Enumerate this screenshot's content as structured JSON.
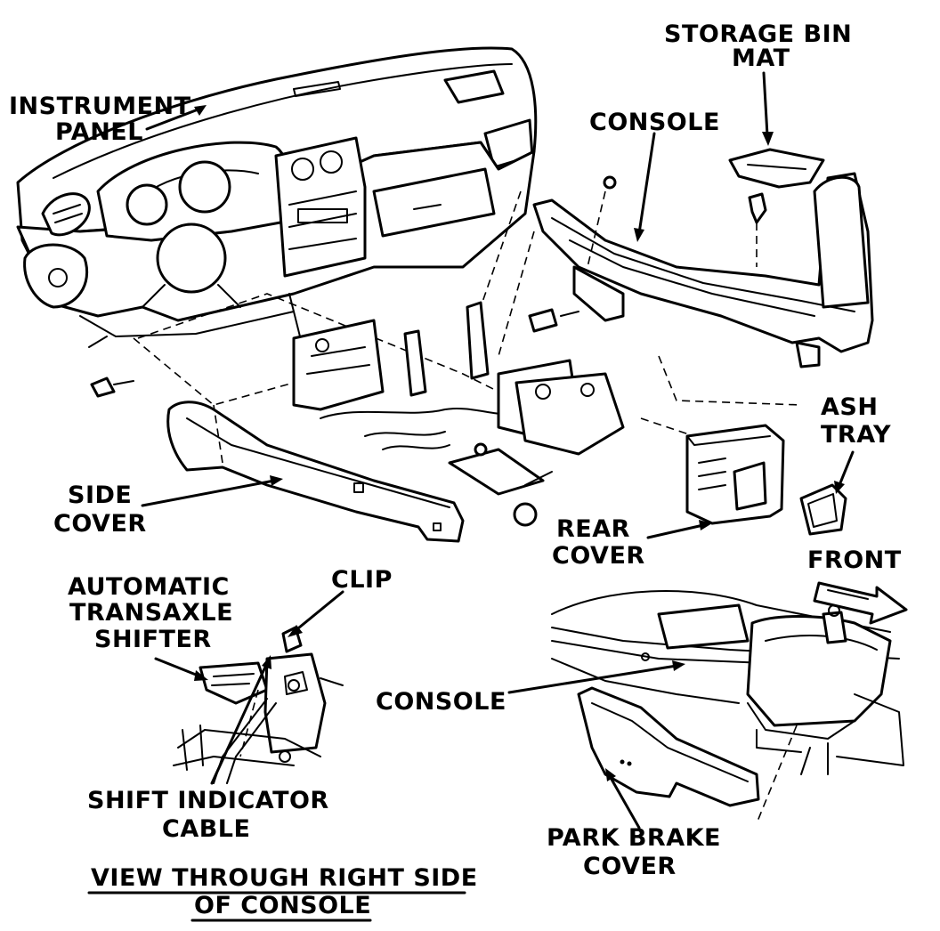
{
  "labels": {
    "instrument_panel": [
      "INSTRUMENT",
      "PANEL"
    ],
    "storage_bin_mat": [
      "STORAGE BIN",
      "MAT"
    ],
    "console_top": "CONSOLE",
    "ash_tray": [
      "ASH",
      "TRAY"
    ],
    "side_cover": [
      "SIDE",
      "COVER"
    ],
    "rear_cover": [
      "REAR",
      "COVER"
    ],
    "front": "FRONT",
    "clip": "CLIP",
    "automatic_transaxle_shifter": [
      "AUTOMATIC",
      "TRANSAXLE",
      "SHIFTER"
    ],
    "console_bottom": "CONSOLE",
    "shift_indicator_cable": [
      "SHIFT INDICATOR",
      "CABLE"
    ],
    "park_brake_cover": [
      "PARK BRAKE",
      "COVER"
    ],
    "view_caption": [
      "VIEW THROUGH RIGHT SIDE",
      "OF CONSOLE"
    ]
  },
  "icons": {
    "front_arrow": "arrow-right-icon"
  }
}
